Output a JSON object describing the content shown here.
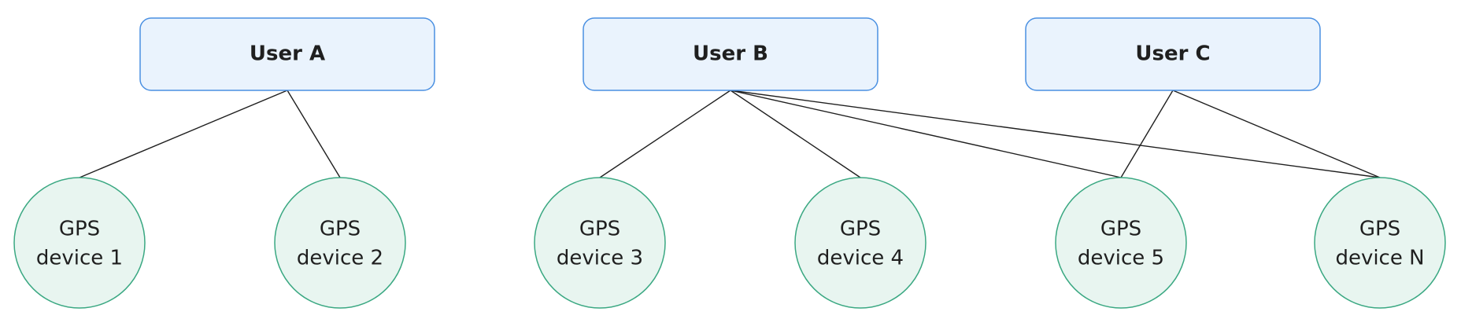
{
  "users": [
    {
      "id": "A",
      "label": "User A"
    },
    {
      "id": "B",
      "label": "User B"
    },
    {
      "id": "C",
      "label": "User C"
    }
  ],
  "devices": [
    {
      "id": "d1",
      "line1": "GPS",
      "line2": "device 1"
    },
    {
      "id": "d2",
      "line1": "GPS",
      "line2": "device 2"
    },
    {
      "id": "d3",
      "line1": "GPS",
      "line2": "device 3"
    },
    {
      "id": "d4",
      "line1": "GPS",
      "line2": "device 4"
    },
    {
      "id": "d5",
      "line1": "GPS",
      "line2": "device 5"
    },
    {
      "id": "dN",
      "line1": "GPS",
      "line2": "device N"
    }
  ],
  "edges": [
    {
      "from": "A",
      "to": "d1"
    },
    {
      "from": "A",
      "to": "d2"
    },
    {
      "from": "B",
      "to": "d3"
    },
    {
      "from": "B",
      "to": "d4"
    },
    {
      "from": "B",
      "to": "d5"
    },
    {
      "from": "B",
      "to": "dN"
    },
    {
      "from": "C",
      "to": "d5"
    },
    {
      "from": "C",
      "to": "dN"
    }
  ],
  "colors": {
    "user_fill": "#eaf3fd",
    "user_stroke": "#4a90e2",
    "device_fill": "#e8f5f0",
    "device_stroke": "#3aa882",
    "edge": "#1f1f1f"
  }
}
